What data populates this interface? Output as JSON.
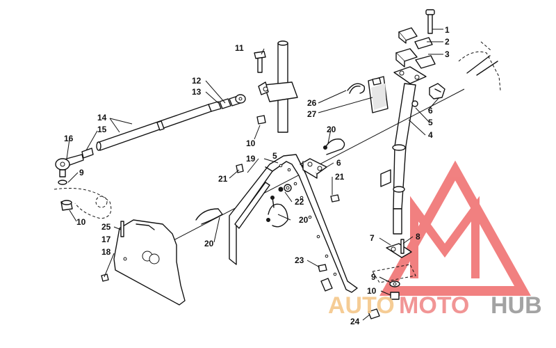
{
  "callouts": {
    "c1": "1",
    "c2": "2",
    "c3": "3",
    "c4": "4",
    "c5a": "5",
    "c5b": "5",
    "c6a": "6",
    "c6b": "6",
    "c7": "7",
    "c8": "8",
    "c9a": "9",
    "c9b": "9",
    "c10a": "10",
    "c10b": "10",
    "c10c": "10",
    "c11": "11",
    "c12": "12",
    "c13": "13",
    "c14": "14",
    "c15": "15",
    "c16": "16",
    "c17": "17",
    "c18": "18",
    "c19": "19",
    "c20a": "20",
    "c20b": "20",
    "c20c": "20",
    "c21a": "21",
    "c21b": "21",
    "c22": "22",
    "c23": "23",
    "c24": "24",
    "c25": "25",
    "c26": "26",
    "c27": "27"
  },
  "watermark": {
    "part1": "AUTO",
    "part2": "MOTO",
    "part3": "HUB",
    "color_light": "#f5c78a",
    "color_red": "#f08a8a",
    "color_gray": "#9a9a9a",
    "triangle_color": "#ef6b6b"
  }
}
